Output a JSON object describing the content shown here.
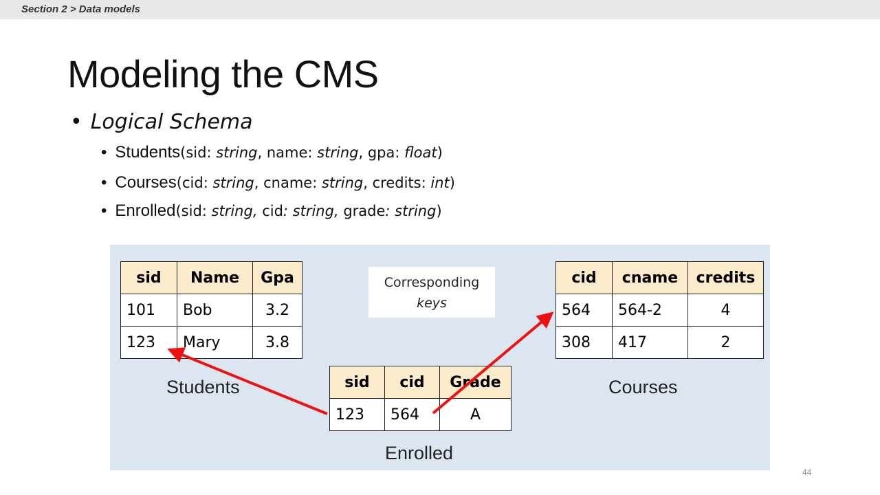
{
  "header": {
    "breadcrumb_section": "Section 2",
    "breadcrumb_sep": ">",
    "breadcrumb_page": "Data models"
  },
  "title": "Modeling the CMS",
  "bullet": "Logical Schema",
  "schema": [
    {
      "table": "Students",
      "open": "(",
      "a1": "sid: ",
      "t1": "string",
      "s1": ", ",
      "a2": "name: ",
      "t2": "string",
      "s2": ", ",
      "a3": "gpa: ",
      "t3": "float",
      "close": ")"
    },
    {
      "table": "Courses",
      "open": "(",
      "a1": "cid: ",
      "t1": "string",
      "s1": ", ",
      "a2": "cname: ",
      "t2": "string",
      "s2": ", ",
      "a3": "credits: ",
      "t3": "int",
      "close": ")"
    },
    {
      "table": "Enrolled",
      "open": "(",
      "a1": "sid: ",
      "t1": "string,",
      "s1": " ",
      "a2": "cid",
      "t2": ": string,",
      "s2": " ",
      "a3": "grade",
      "t3": ": string",
      "close": ")"
    }
  ],
  "students_table": {
    "headers": [
      "sid",
      "Name",
      "Gpa"
    ],
    "rows": [
      [
        "101",
        "Bob",
        "3.2"
      ],
      [
        "123",
        "Mary",
        "3.8"
      ]
    ],
    "label": "Students"
  },
  "courses_table": {
    "headers": [
      "cid",
      "cname",
      "credits"
    ],
    "rows": [
      [
        "564",
        "564-2",
        "4"
      ],
      [
        "308",
        "417",
        "2"
      ]
    ],
    "label": "Courses"
  },
  "enrolled_table": {
    "headers": [
      "sid",
      "cid",
      "Grade"
    ],
    "rows": [
      [
        "123",
        "564",
        "A"
      ]
    ],
    "label": "Enrolled"
  },
  "callout": {
    "line1": "Corresponding",
    "line2": "keys"
  },
  "page_number": "44",
  "colors": {
    "panel": "#dce6f1",
    "header_fill": "#fdeccb",
    "arrow": "#ee1111"
  }
}
